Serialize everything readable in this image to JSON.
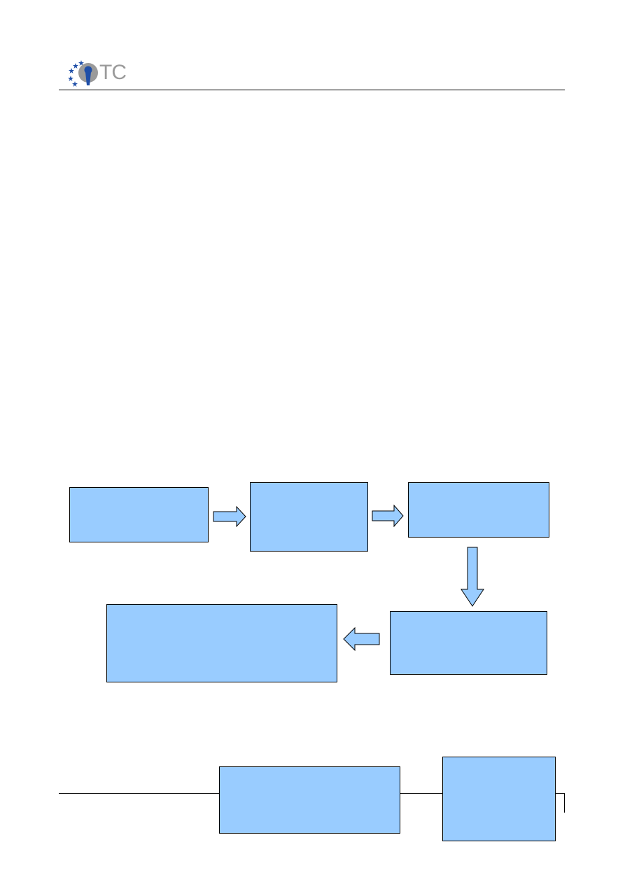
{
  "header": {
    "logo_text": "TC"
  },
  "colors": {
    "box_fill": "#99ccff",
    "box_stroke": "#000000",
    "logo_star": "#1f4fa8",
    "logo_gray": "#9a9a9a"
  },
  "diagram": {
    "boxes": [
      {
        "id": "box-1",
        "label": ""
      },
      {
        "id": "box-2",
        "label": ""
      },
      {
        "id": "box-3",
        "label": ""
      },
      {
        "id": "box-4",
        "label": ""
      },
      {
        "id": "box-5",
        "label": ""
      }
    ],
    "flow": [
      "box-1",
      "box-2",
      "box-3",
      "box-4",
      "box-5"
    ]
  },
  "footer": {
    "boxes": [
      {
        "id": "footer-box-1",
        "label": ""
      },
      {
        "id": "footer-box-2",
        "label": ""
      }
    ]
  }
}
